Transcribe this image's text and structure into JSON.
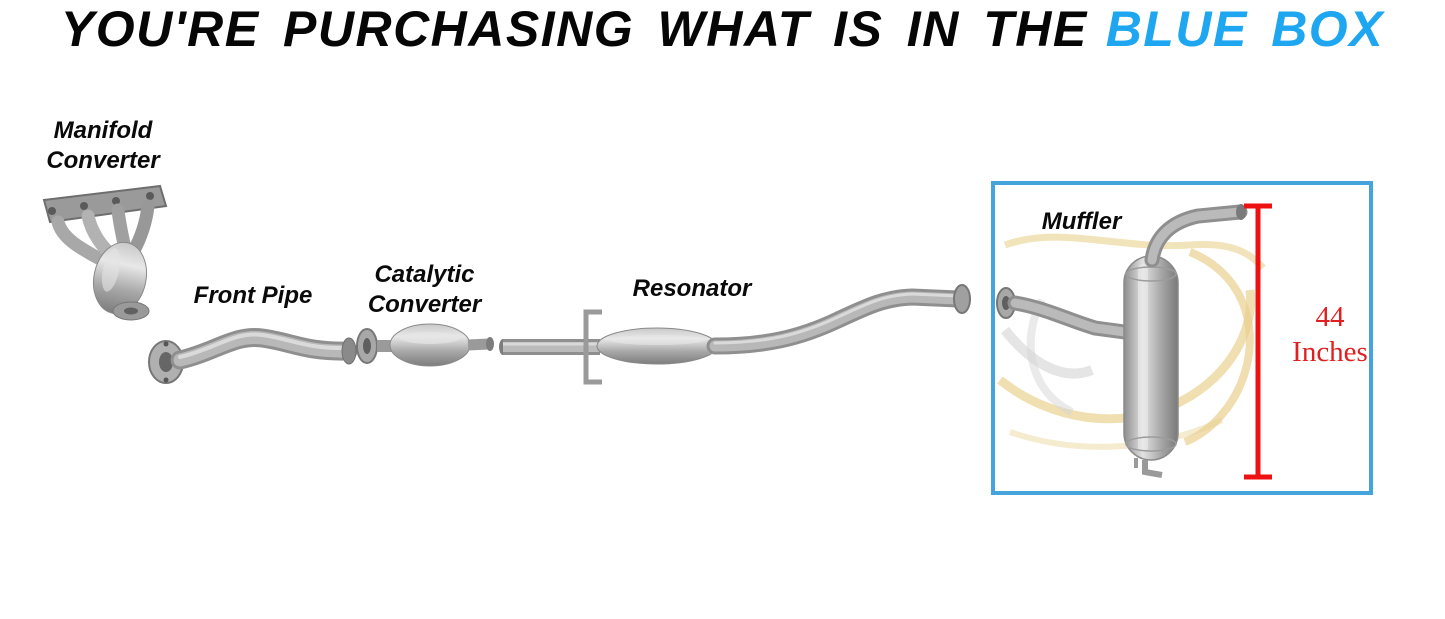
{
  "title": {
    "black_part": "YOU'RE PURCHASING WHAT IS IN THE",
    "blue_part": "BLUE BOX"
  },
  "labels": {
    "manifold": "Manifold Converter",
    "front_pipe": "Front Pipe",
    "catalytic": "Catalytic Converter",
    "resonator": "Resonator",
    "muffler": "Muffler"
  },
  "measurement": {
    "value": "44",
    "unit": "Inches"
  },
  "colors": {
    "title_blue": "#1FA6F0",
    "box_border_blue": "#46A4DC",
    "measurement_red": "#EE1111"
  }
}
